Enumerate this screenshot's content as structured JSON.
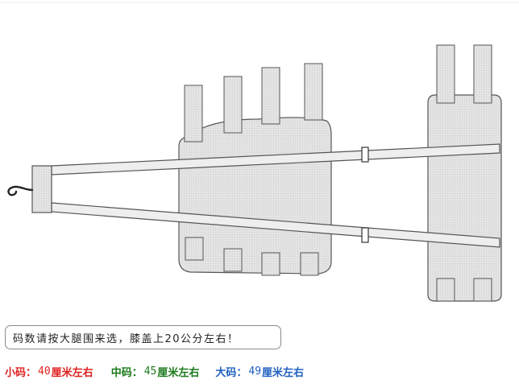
{
  "note": "码数请按大腿围来选，膝盖上20公分左右！",
  "sizes": {
    "small": {
      "label": "小码：",
      "value": "40",
      "unit": "厘米左右",
      "color": "#e02020"
    },
    "medium": {
      "label": "中码：",
      "value": "45",
      "unit": "厘米左右",
      "color": "#1a7a1a"
    },
    "large": {
      "label": "大码：",
      "value": "49",
      "unit": "厘米左右",
      "color": "#1f5fbf"
    }
  },
  "colors": {
    "pad_fill": "#e2e2e2",
    "outline": "#555555",
    "strap_fill": "#eeeeee"
  },
  "icons": [
    "hook-icon",
    "slider-buckle-icon"
  ]
}
